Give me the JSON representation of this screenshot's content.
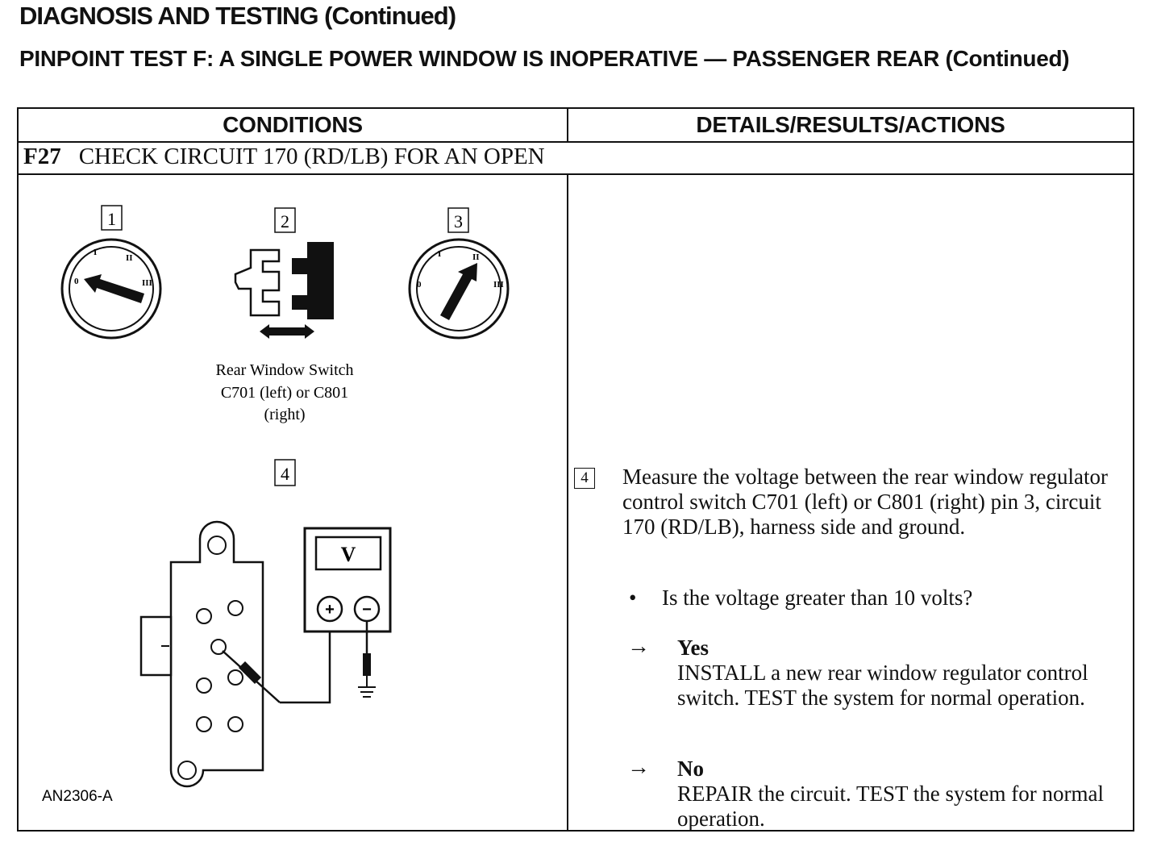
{
  "header": {
    "title": "DIAGNOSIS AND TESTING (Continued)",
    "test_title": "PINPOINT TEST F:  A SINGLE POWER WINDOW IS INOPERATIVE — PASSENGER REAR (Continued)"
  },
  "table": {
    "col_conditions": "CONDITIONS",
    "col_details": "DETAILS/RESULTS/ACTIONS",
    "step_code": "F27",
    "step_title": "CHECK CIRCUIT 170 (RD/LB) FOR AN OPEN"
  },
  "illustration": {
    "step_markers": [
      "1",
      "2",
      "3",
      "4"
    ],
    "switch_caption": [
      "Rear Window Switch",
      "C701 (left) or C801",
      "(right)"
    ],
    "meter_label": "V",
    "meter_plus": "+",
    "meter_minus": "−",
    "figure_id": "AN2306-A",
    "ignition_positions": [
      "0",
      "I",
      "II",
      "III"
    ]
  },
  "details": {
    "step_number": "4",
    "measure_text": "Measure the voltage between the rear window regulator control switch C701 (left) or C801 (right) pin 3, circuit 170 (RD/LB), harness side and ground.",
    "bullet": "•",
    "question": "Is the voltage greater than 10 volts?",
    "arrow": "→",
    "answers": [
      {
        "label": "Yes",
        "action": "INSTALL a new rear window regulator control switch. TEST the system for normal operation."
      },
      {
        "label": "No",
        "action": "REPAIR the circuit. TEST the system for normal operation."
      }
    ]
  }
}
